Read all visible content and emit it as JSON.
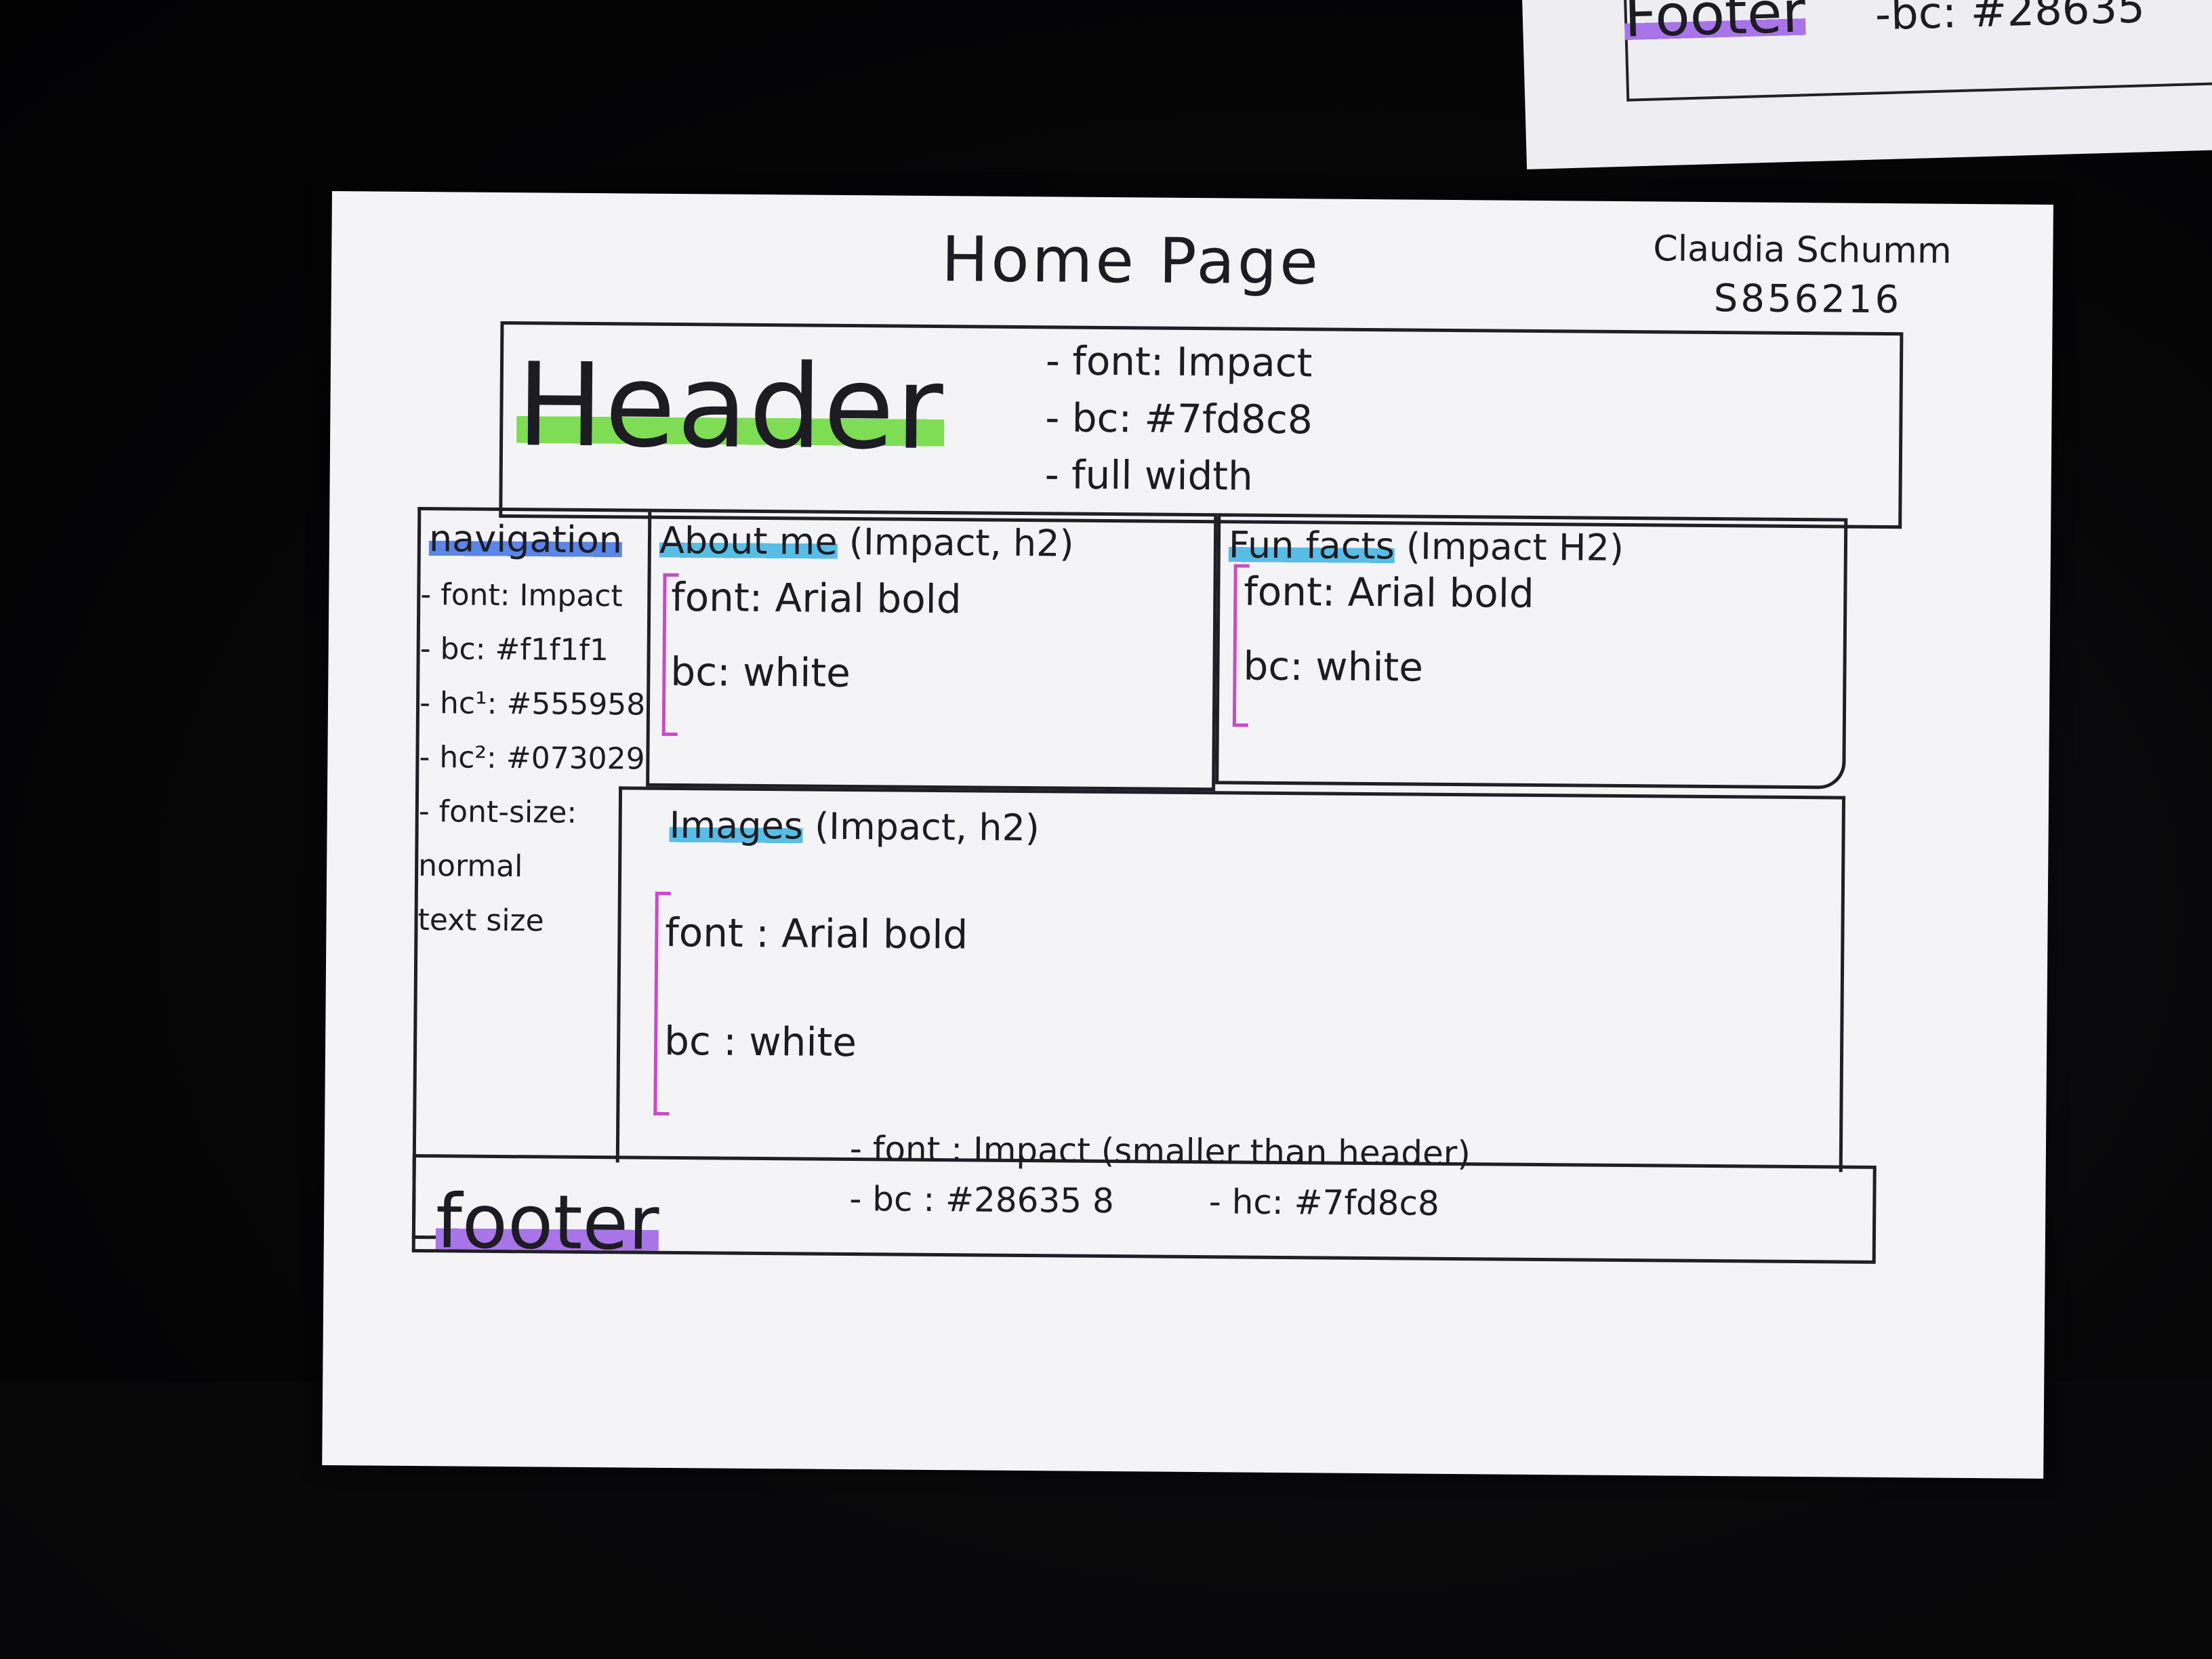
{
  "sheet2": {
    "footer_word": "Footer",
    "footer_bc": "-bc: #28635"
  },
  "paper": {
    "title": "Home Page",
    "author": "Claudia Schumm",
    "student_id": "S856216",
    "header": {
      "label": "Header",
      "notes": [
        "- font: Impact",
        "- bc: #7fd8c8",
        "- full width"
      ]
    },
    "navigation": {
      "label": "navigation",
      "notes": [
        "- font: Impact",
        "- bc: #f1f1f1",
        "- hc¹: #555958",
        "- hc²: #073029",
        "- font-size:",
        "normal",
        "text size"
      ]
    },
    "about": {
      "label": "About me",
      "label_suffix": "(Impact, h2)",
      "notes": [
        "font: Arial bold",
        "bc: white"
      ]
    },
    "fun_facts": {
      "label": "Fun facts",
      "label_suffix": "(Impact H2)",
      "notes": [
        "font: Arial bold",
        "bc: white"
      ]
    },
    "images": {
      "label": "Images",
      "label_suffix": "(Impact, h2)",
      "notes": [
        "font : Arial bold",
        "bc : white"
      ]
    },
    "footer": {
      "label": "footer",
      "notes": [
        "- font : Impact (smaller than header)",
        "- bc : #28635 8",
        "- hc: #7fd8c8"
      ]
    }
  },
  "colors": {
    "highlight_header": "#7fdc55",
    "highlight_nav": "#5b86e8",
    "highlight_sections": "#58bde6",
    "highlight_footer": "#a874e8",
    "bracket": "#c84bc8"
  }
}
